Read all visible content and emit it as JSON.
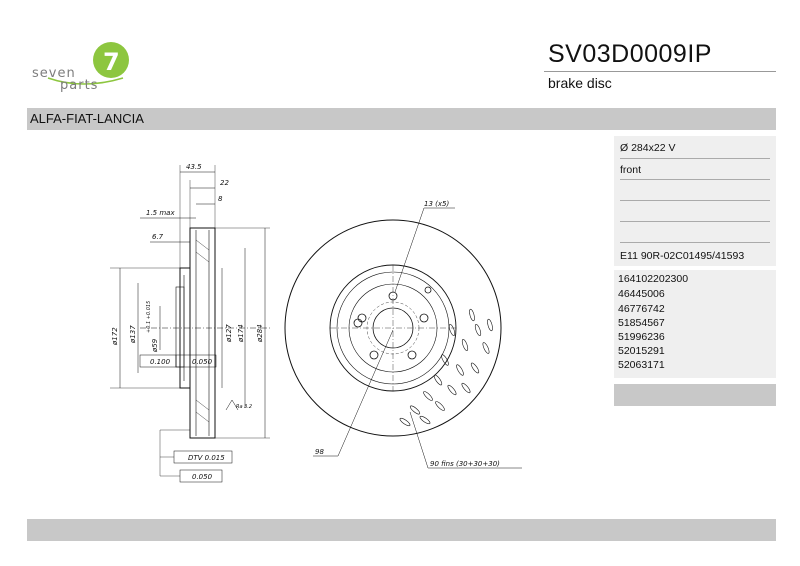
{
  "logo": {
    "line1": "seven",
    "line2": "parts",
    "glyph": "7",
    "accent_color": "#8dc63f"
  },
  "header": {
    "part_number": "SV03D0009IP",
    "description": "brake disc"
  },
  "brand": {
    "name": "ALFA-FIAT-LANCIA"
  },
  "specs": {
    "size": "Ø 284x22 V",
    "position": "front",
    "blank1": "",
    "blank2": "",
    "approval": "E11 90R-02C01495/41593"
  },
  "oe_numbers": [
    "164102202300",
    "46445006",
    "46776742",
    "51854567",
    "51996236",
    "52015291",
    "52063171"
  ],
  "drawing": {
    "d_43_5": "43.5",
    "d_22": "22",
    "d_8": "8",
    "d_min": "1.5 max",
    "d_6_7": "6.7",
    "d_172": "ø172",
    "d_137": "ø137",
    "d_59": "ø59",
    "tol_59": "+0.1 +0.015",
    "d_127": "ø127",
    "d_174": "ø174",
    "d_284": "ø284",
    "tol_a": "0.100",
    "tol_b": "0.050",
    "rough": "Ra 3.2",
    "dtv": "DTV 0.015",
    "flat": "0.050",
    "holes": "13 (x5)",
    "d_98": "98",
    "fins": "90 fins (30+30+30)"
  }
}
